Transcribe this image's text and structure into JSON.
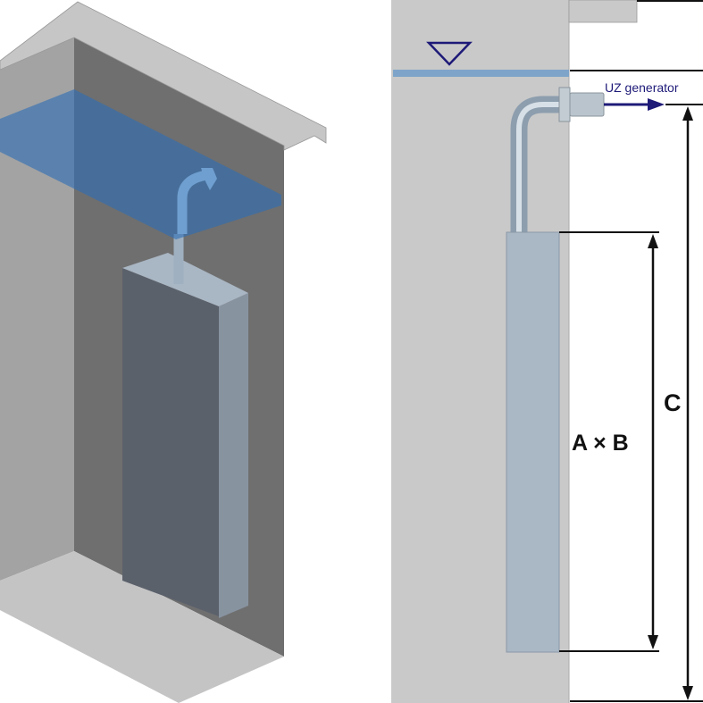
{
  "labels": {
    "generator": "UZ generator",
    "box_dimensions": "A × B",
    "height": "C"
  },
  "colors": {
    "water": "#2f6db5",
    "water_line": "#7ea4c9",
    "annotation": "#1e1a78",
    "wall": "#c8c8c8",
    "transducer": "#aab7c5"
  }
}
